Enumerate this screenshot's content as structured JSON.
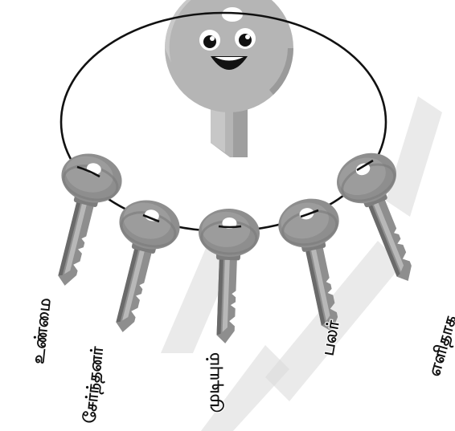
{
  "main_key": {
    "icon": "smiling-key-icon",
    "face": "smile"
  },
  "key_ring": {
    "icon": "key-ring-icon"
  },
  "keys": [
    {
      "label": "உண்மை",
      "icon": "key-icon"
    },
    {
      "label": "சேர்ந்தனர்",
      "icon": "key-icon"
    },
    {
      "label": "முடியும்",
      "icon": "key-icon"
    },
    {
      "label": "பலர்",
      "icon": "key-icon"
    },
    {
      "label": "எளிதாக",
      "icon": "key-icon"
    }
  ],
  "colors": {
    "main_key_body": "#b5b5b5",
    "main_key_shadow": "#8f8f8f",
    "main_key_highlight": "#dcdcdc",
    "small_key_body": "#8e8e8e",
    "small_key_dark": "#6a6a6a",
    "small_key_light": "#b8b8b8",
    "ring": "#111111",
    "watermark": "#d9d9d9"
  }
}
